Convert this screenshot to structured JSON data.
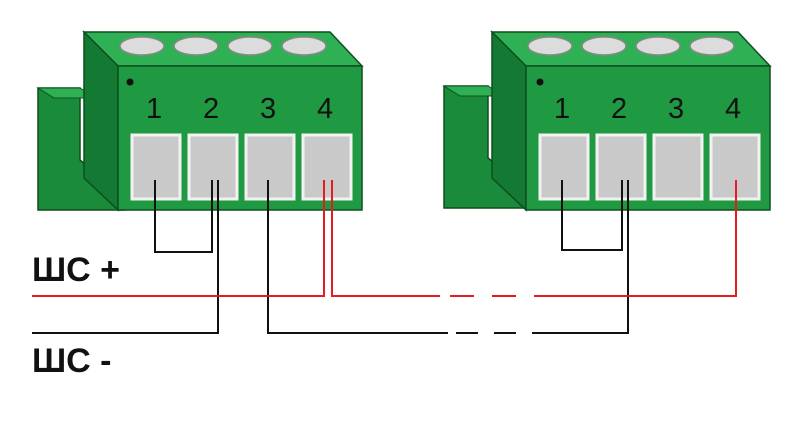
{
  "colors": {
    "block_green": "#1f9a43",
    "block_dark": "#116a2a",
    "block_top": "#2fb055",
    "slot_gray": "#c9c9c9",
    "wire_red": "#e31b23",
    "wire_black": "#111111"
  },
  "terminal_blocks": [
    {
      "name": "block-1",
      "terminals": [
        "1",
        "2",
        "3",
        "4"
      ]
    },
    {
      "name": "block-2",
      "terminals": [
        "1",
        "2",
        "3",
        "4"
      ]
    }
  ],
  "labels": {
    "plus": "ШС +",
    "minus": "ШС -"
  }
}
